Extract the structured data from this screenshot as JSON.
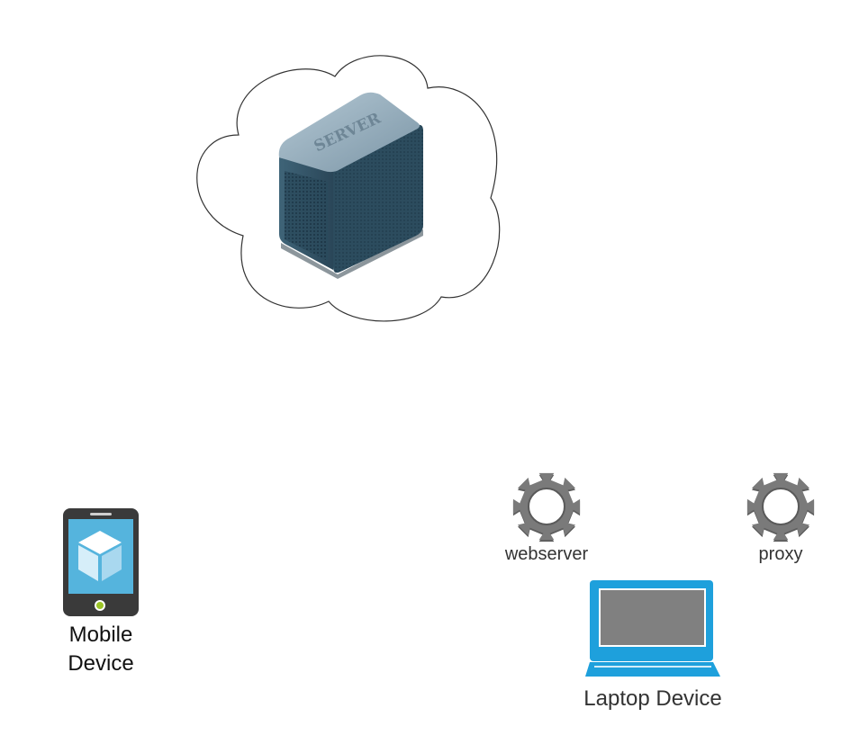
{
  "nodes": {
    "server": {
      "icon": "server-icon",
      "badge_text": "SERVER"
    },
    "cloud": {
      "icon": "cloud-icon"
    },
    "mobile": {
      "icon": "mobile-device-icon",
      "label_line1": "Mobile",
      "label_line2": "Device"
    },
    "laptop": {
      "icon": "laptop-icon",
      "label": "Laptop Device"
    },
    "webserver": {
      "icon": "gear-icon",
      "label": "webserver"
    },
    "proxy": {
      "icon": "gear-icon",
      "label": "proxy"
    }
  },
  "colors": {
    "cloud_stroke": "#333333",
    "server_body": "#2e4f61",
    "server_top": "#8fa8b8",
    "mobile_frame": "#3a3a3a",
    "mobile_screen": "#55b4dd",
    "mobile_button": "#9bc427",
    "laptop_frame": "#1ea0dc",
    "laptop_screen": "#808080",
    "gear": "#7a7a7a"
  }
}
